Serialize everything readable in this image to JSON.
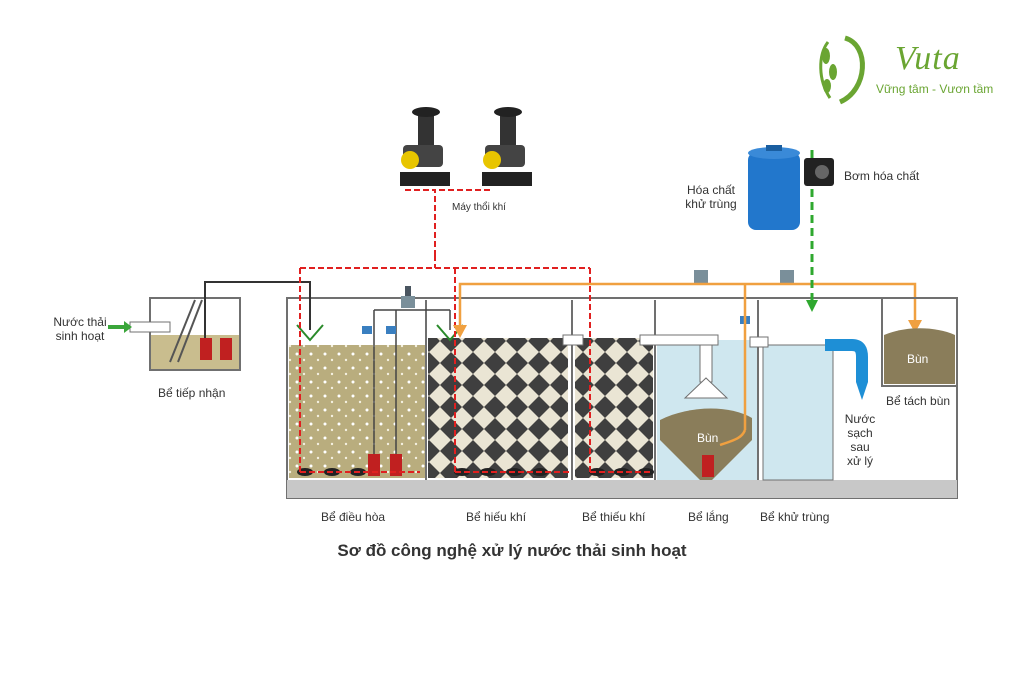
{
  "brand": {
    "name": "Vuta",
    "slogan": "Vững tâm - Vươn tầm",
    "color": "#6aa532"
  },
  "labels": {
    "inflow": [
      "Nước thải",
      "sinh hoạt"
    ],
    "blower": "Máy thổi khí",
    "chemical": [
      "Hóa chất",
      "khử trùng"
    ],
    "dosing_pump": "Bơm hóa chất",
    "receiving_tank": "Bể tiếp nhận",
    "equalization_tank": "Bể điều hòa",
    "aerobic_tank": "Bể hiếu khí",
    "anoxic_tank": "Bể thiếu khí",
    "settling_tank": "Bể lắng",
    "disinfection_tank": "Bể khử trùng",
    "sludge_tank": "Bể tách bùn",
    "sludge_in_settler": "Bùn",
    "sludge_in_tank": "Bùn",
    "outflow": [
      "Nước",
      "sạch",
      "sau",
      "xử lý"
    ]
  },
  "caption": "Sơ đồ công nghệ xử lý nước thải sinh hoạt",
  "colors": {
    "air_line": "#e02020",
    "recycle_line": "#f0a040",
    "chemical_line": "#2fa82f",
    "inflow_arrow": "#3aa63a",
    "water": "#cfe7ef",
    "sludge": "#8a7d5a",
    "wastewater": "#c9bd8e",
    "tank_wall": "#707070",
    "pump": "#c02020",
    "chemical_tank": "#2277cc",
    "outlet_pipe": "#1e8fd6"
  },
  "icons": [
    "leaf-logo-icon",
    "blower-icon",
    "pump-icon",
    "valve-icon",
    "chemical-tank-icon",
    "dosing-pump-icon",
    "arrow-icon"
  ]
}
